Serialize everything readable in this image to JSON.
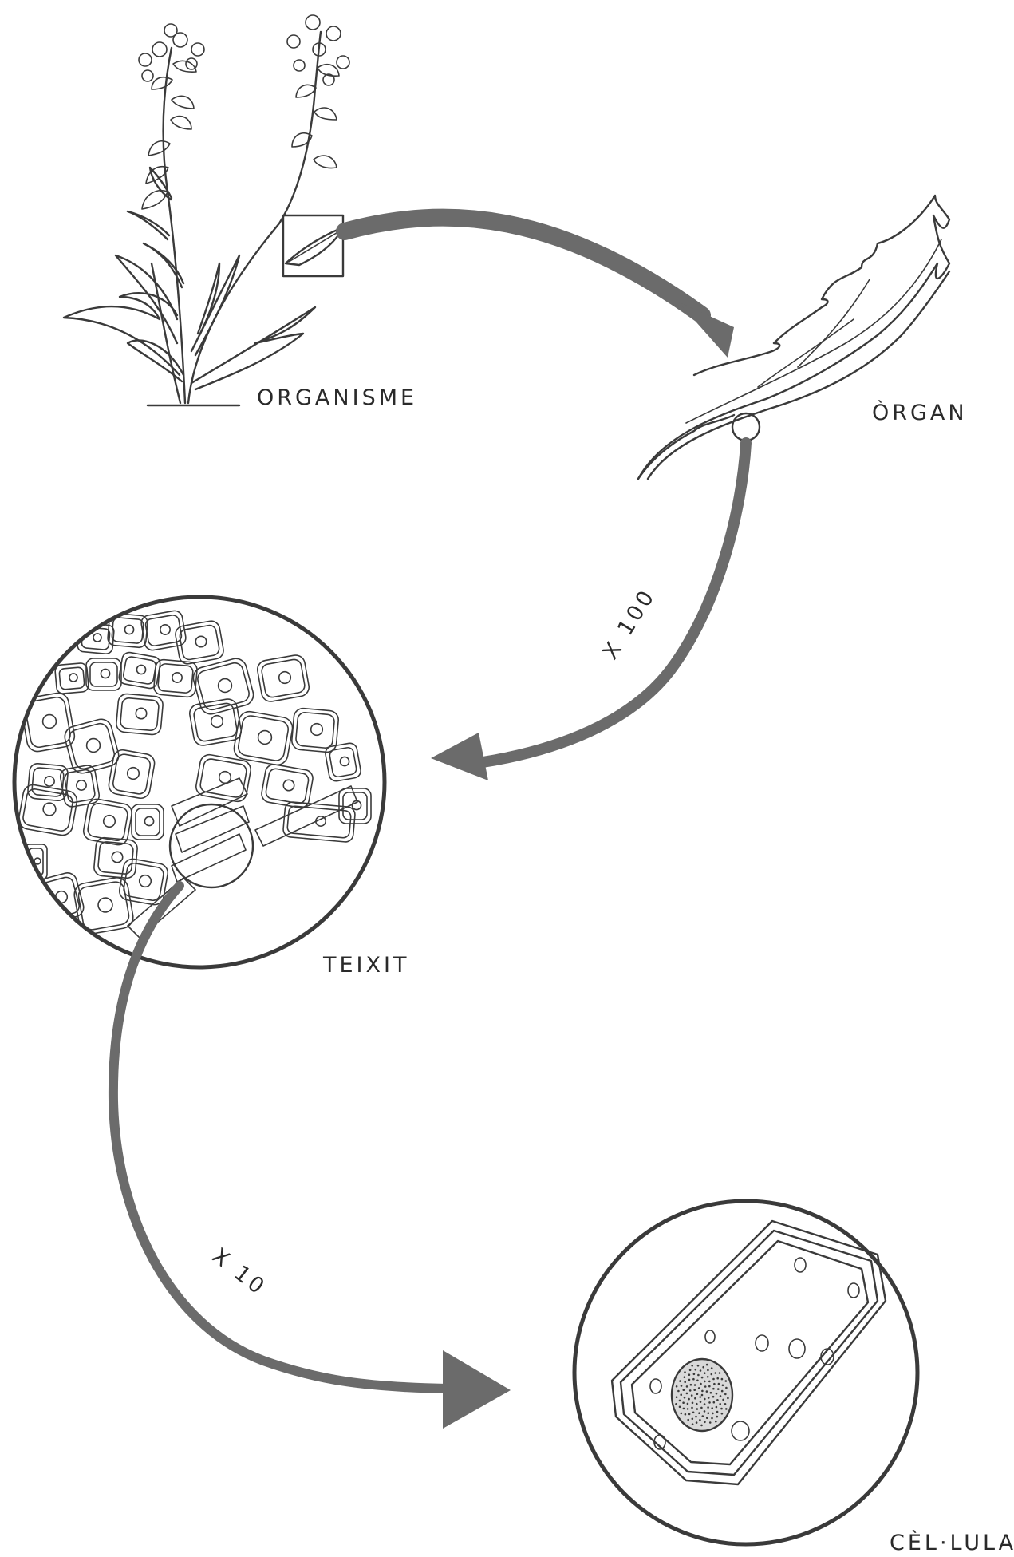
{
  "labels": {
    "organism": "ORGANISME",
    "organ": "ÒRGAN",
    "tissue": "TEIXIT",
    "cell": "CÈL·LULA"
  },
  "magnifications": {
    "organ_to_tissue": "X 100",
    "tissue_to_cell": "X 10"
  },
  "colors": {
    "ink": "#3a3a3a",
    "arrow": "#6b6b6b",
    "background": "#ffffff"
  }
}
